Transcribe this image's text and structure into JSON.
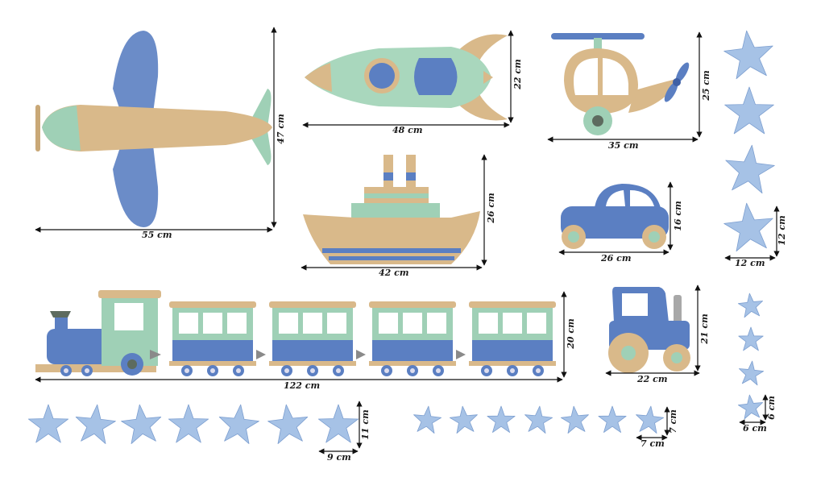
{
  "colors": {
    "blue": "#5b7fc2",
    "blue_dark": "#3f60a5",
    "mint": "#9fd0b6",
    "tan": "#d9b98a",
    "tan_dark": "#b8955f",
    "star": "#a6c2e6",
    "star_edge": "#7d9fd0"
  },
  "stickers": [
    {
      "name": "airplane",
      "icon": "airplane-icon",
      "width_label": "55 cm",
      "height_label": "47 cm"
    },
    {
      "name": "rocket",
      "icon": "rocket-icon",
      "width_label": "48 cm",
      "height_label": "22 cm"
    },
    {
      "name": "helicopter",
      "icon": "helicopter-icon",
      "width_label": "35 cm",
      "height_label": "25 cm"
    },
    {
      "name": "ship",
      "icon": "ship-icon",
      "width_label": "42 cm",
      "height_label": "26 cm"
    },
    {
      "name": "car",
      "icon": "car-icon",
      "width_label": "26 cm",
      "height_label": "16 cm"
    },
    {
      "name": "star-large",
      "icon": "star-icon",
      "width_label": "12 cm",
      "height_label": "12 cm"
    },
    {
      "name": "train",
      "icon": "train-icon",
      "width_label": "122 cm",
      "height_label": "20 cm"
    },
    {
      "name": "tractor",
      "icon": "tractor-icon",
      "width_label": "22 cm",
      "height_label": "21 cm"
    },
    {
      "name": "star-medium",
      "icon": "star-icon",
      "width_label": "9 cm",
      "height_label": "11 cm"
    },
    {
      "name": "star-small",
      "icon": "star-icon",
      "width_label": "7 cm",
      "height_label": "7 cm"
    },
    {
      "name": "star-mini",
      "icon": "star-icon",
      "width_label": "6 cm",
      "height_label": "6 cm"
    }
  ]
}
